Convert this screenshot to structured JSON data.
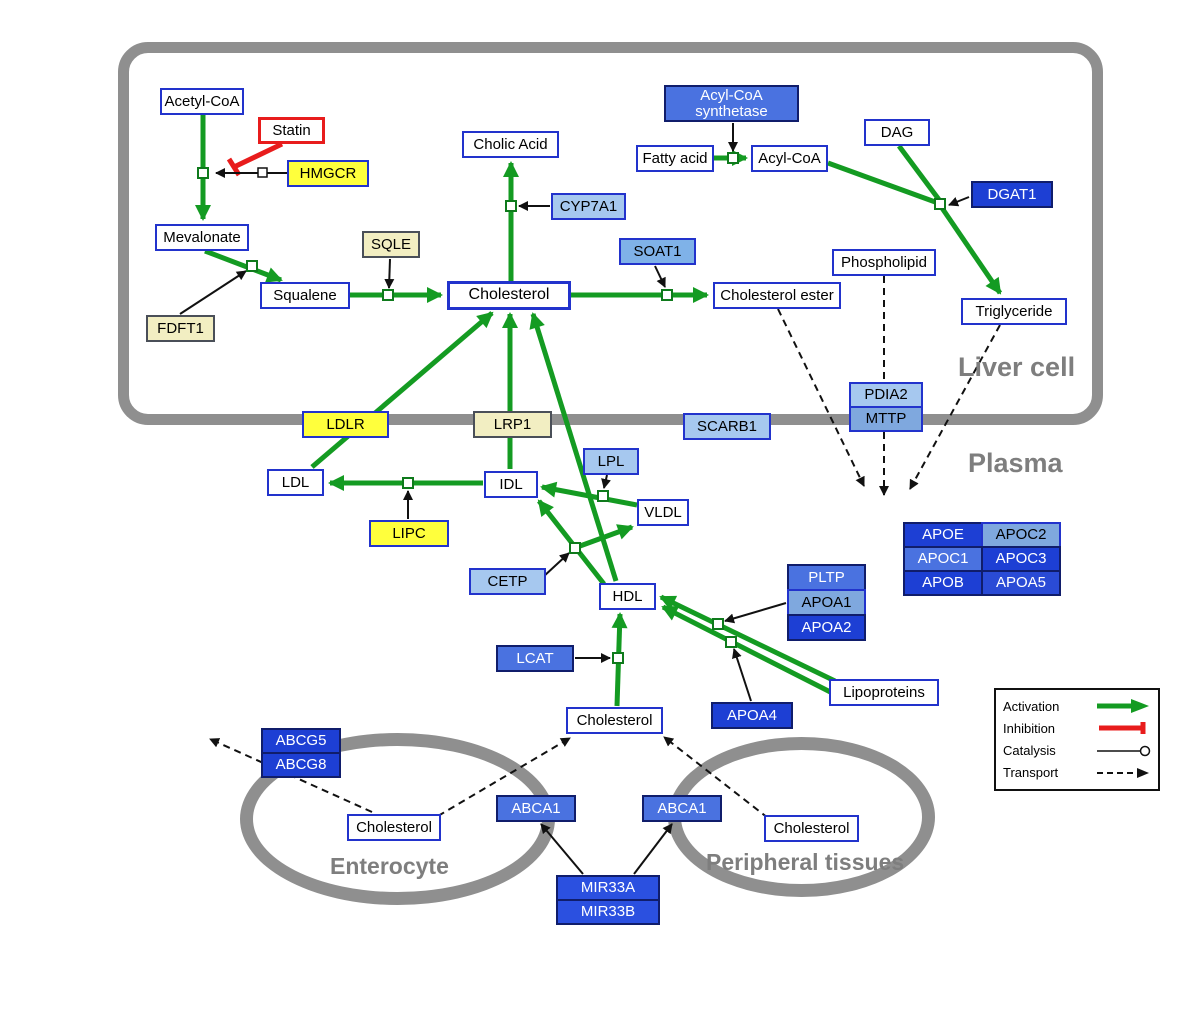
{
  "regions": {
    "liver": {
      "label": "Liver cell"
    },
    "plasma": {
      "label": "Plasma"
    },
    "enterocyte": {
      "label": "Enterocyte"
    },
    "peripheral": {
      "label": "Peripheral tissues"
    }
  },
  "nodes": {
    "acetyl_coa": {
      "label": "Acetyl-CoA",
      "type": "metabolite"
    },
    "statin": {
      "label": "Statin",
      "type": "drug"
    },
    "hmgcr": {
      "label": "HMGCR",
      "type": "gene"
    },
    "mevalonate": {
      "label": "Mevalonate",
      "type": "metabolite"
    },
    "sqle": {
      "label": "SQLE",
      "type": "gene"
    },
    "fdft1": {
      "label": "FDFT1",
      "type": "gene"
    },
    "squalene": {
      "label": "Squalene",
      "type": "metabolite"
    },
    "cholic_acid": {
      "label": "Cholic Acid",
      "type": "metabolite"
    },
    "cyp7a1": {
      "label": "CYP7A1",
      "type": "gene"
    },
    "cholesterol_liver": {
      "label": "Cholesterol",
      "type": "metabolite"
    },
    "soat1": {
      "label": "SOAT1",
      "type": "gene"
    },
    "cholesterol_ester": {
      "label": "Cholesterol ester",
      "type": "metabolite"
    },
    "acyl_coa_synthetase": {
      "label": "Acyl-CoA synthetase",
      "type": "gene"
    },
    "fatty_acid": {
      "label": "Fatty acid",
      "type": "metabolite"
    },
    "acyl_coa": {
      "label": "Acyl-CoA",
      "type": "metabolite"
    },
    "dag": {
      "label": "DAG",
      "type": "metabolite"
    },
    "dgat1": {
      "label": "DGAT1",
      "type": "gene"
    },
    "phospholipid": {
      "label": "Phospholipid",
      "type": "metabolite"
    },
    "triglyceride": {
      "label": "Triglyceride",
      "type": "metabolite"
    },
    "pdia2": {
      "label": "PDIA2",
      "type": "gene"
    },
    "mttp": {
      "label": "MTTP",
      "type": "gene"
    },
    "ldlr": {
      "label": "LDLR",
      "type": "gene"
    },
    "lrp1": {
      "label": "LRP1",
      "type": "gene"
    },
    "scarb1": {
      "label": "SCARB1",
      "type": "gene"
    },
    "ldl": {
      "label": "LDL",
      "type": "metabolite"
    },
    "idl": {
      "label": "IDL",
      "type": "metabolite"
    },
    "lpl": {
      "label": "LPL",
      "type": "gene"
    },
    "vldl": {
      "label": "VLDL",
      "type": "metabolite"
    },
    "lipc": {
      "label": "LIPC",
      "type": "gene"
    },
    "cetp": {
      "label": "CETP",
      "type": "gene"
    },
    "hdl": {
      "label": "HDL",
      "type": "metabolite"
    },
    "pltp": {
      "label": "PLTP",
      "type": "gene"
    },
    "apoa1": {
      "label": "APOA1",
      "type": "gene"
    },
    "apoa2": {
      "label": "APOA2",
      "type": "gene"
    },
    "apoe": {
      "label": "APOE",
      "type": "gene"
    },
    "apoc2": {
      "label": "APOC2",
      "type": "gene"
    },
    "apoc1": {
      "label": "APOC1",
      "type": "gene"
    },
    "apoc3": {
      "label": "APOC3",
      "type": "gene"
    },
    "apob": {
      "label": "APOB",
      "type": "gene"
    },
    "apoa5": {
      "label": "APOA5",
      "type": "gene"
    },
    "lcat": {
      "label": "LCAT",
      "type": "gene"
    },
    "apoa4": {
      "label": "APOA4",
      "type": "gene"
    },
    "lipoproteins": {
      "label": "Lipoproteins",
      "type": "metabolite"
    },
    "cholesterol_plasma": {
      "label": "Cholesterol",
      "type": "metabolite"
    },
    "abcg5": {
      "label": "ABCG5",
      "type": "gene"
    },
    "abcg8": {
      "label": "ABCG8",
      "type": "gene"
    },
    "cholesterol_enterocyte": {
      "label": "Cholesterol",
      "type": "metabolite"
    },
    "abca1_enterocyte": {
      "label": "ABCA1",
      "type": "gene"
    },
    "abca1_peripheral": {
      "label": "ABCA1",
      "type": "gene"
    },
    "cholesterol_peripheral": {
      "label": "Cholesterol",
      "type": "metabolite"
    },
    "mir33a": {
      "label": "MIR33A",
      "type": "gene"
    },
    "mir33b": {
      "label": "MIR33B",
      "type": "gene"
    }
  },
  "legend": {
    "activation": "Activation",
    "inhibition": "Inhibition",
    "catalysis": "Catalysis",
    "transport": "Transport"
  },
  "colors": {
    "activation_green": "#149b22",
    "inhibition_red": "#e81c1c",
    "membrane_gray": "#8f8f8f",
    "metabolite_border": "#2233cc",
    "enzyme_yellow": "#ffff3c",
    "pale_yellow": "#f2eec2",
    "gene_light_blue": "#a6c8ef",
    "gene_medium_blue": "#4a72e0",
    "gene_dark_blue": "#1d3fd4"
  }
}
